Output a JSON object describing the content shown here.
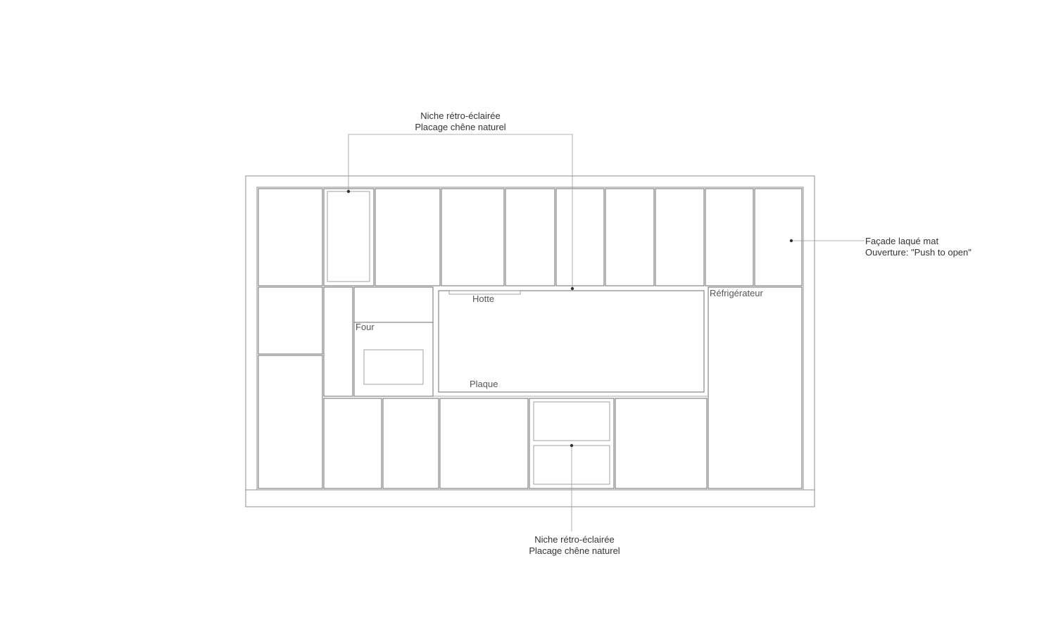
{
  "callouts": {
    "top": {
      "line1": "Niche rétro-éclairée",
      "line2": "Placage chêne naturel"
    },
    "right": {
      "line1": "Façade laqué mat",
      "line2": "Ouverture: \"Push to open\""
    },
    "bottom": {
      "line1": "Niche rétro-éclairée",
      "line2": "Placage chêne naturel"
    }
  },
  "labels": {
    "hotte": "Hotte",
    "four": "Four",
    "plaque": "Plaque",
    "refrigerateur": "Réfrigérateur"
  }
}
